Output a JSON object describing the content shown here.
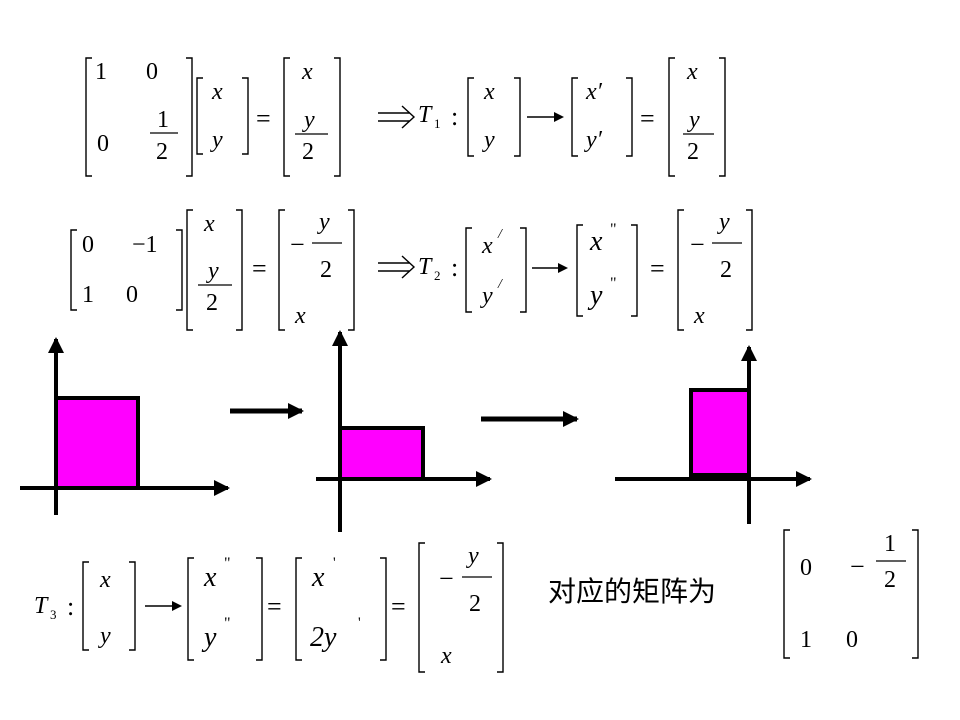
{
  "m1": {
    "a": [
      "1",
      "0",
      "0",
      "1",
      "2"
    ],
    "v": [
      "x",
      "y"
    ],
    "r": [
      "x",
      "y",
      "2"
    ],
    "T": "T",
    "Tsub": "1",
    "res": [
      "x′",
      "y′"
    ],
    "out": [
      "x",
      "y",
      "2"
    ]
  },
  "m2": {
    "a": [
      "0",
      "−1",
      "1",
      "0"
    ],
    "v": [
      "x",
      "y",
      "2"
    ],
    "r": [
      "−",
      "y",
      "2",
      "x"
    ],
    "T": "T",
    "Tsub": "2",
    "vin": [
      "x",
      "y"
    ],
    "vin_mark": "/",
    "res": [
      "x",
      "y"
    ],
    "res_mark": "\"",
    "out": [
      "−",
      "y",
      "2",
      "x"
    ]
  },
  "m3": {
    "T": "T",
    "Tsub": "3",
    "v": [
      "x",
      "y"
    ],
    "r1": [
      "x",
      "y"
    ],
    "r1_mark": "\"",
    "r2": [
      "x",
      "2y"
    ],
    "r2_mark": "'",
    "out": [
      "−",
      "y",
      "2",
      "x"
    ],
    "label": "对应的矩阵为",
    "mat": [
      "0",
      "−",
      "1",
      "2",
      "1",
      "0"
    ]
  },
  "colors": {
    "fill": "#ff00ff",
    "stroke": "#000000"
  }
}
